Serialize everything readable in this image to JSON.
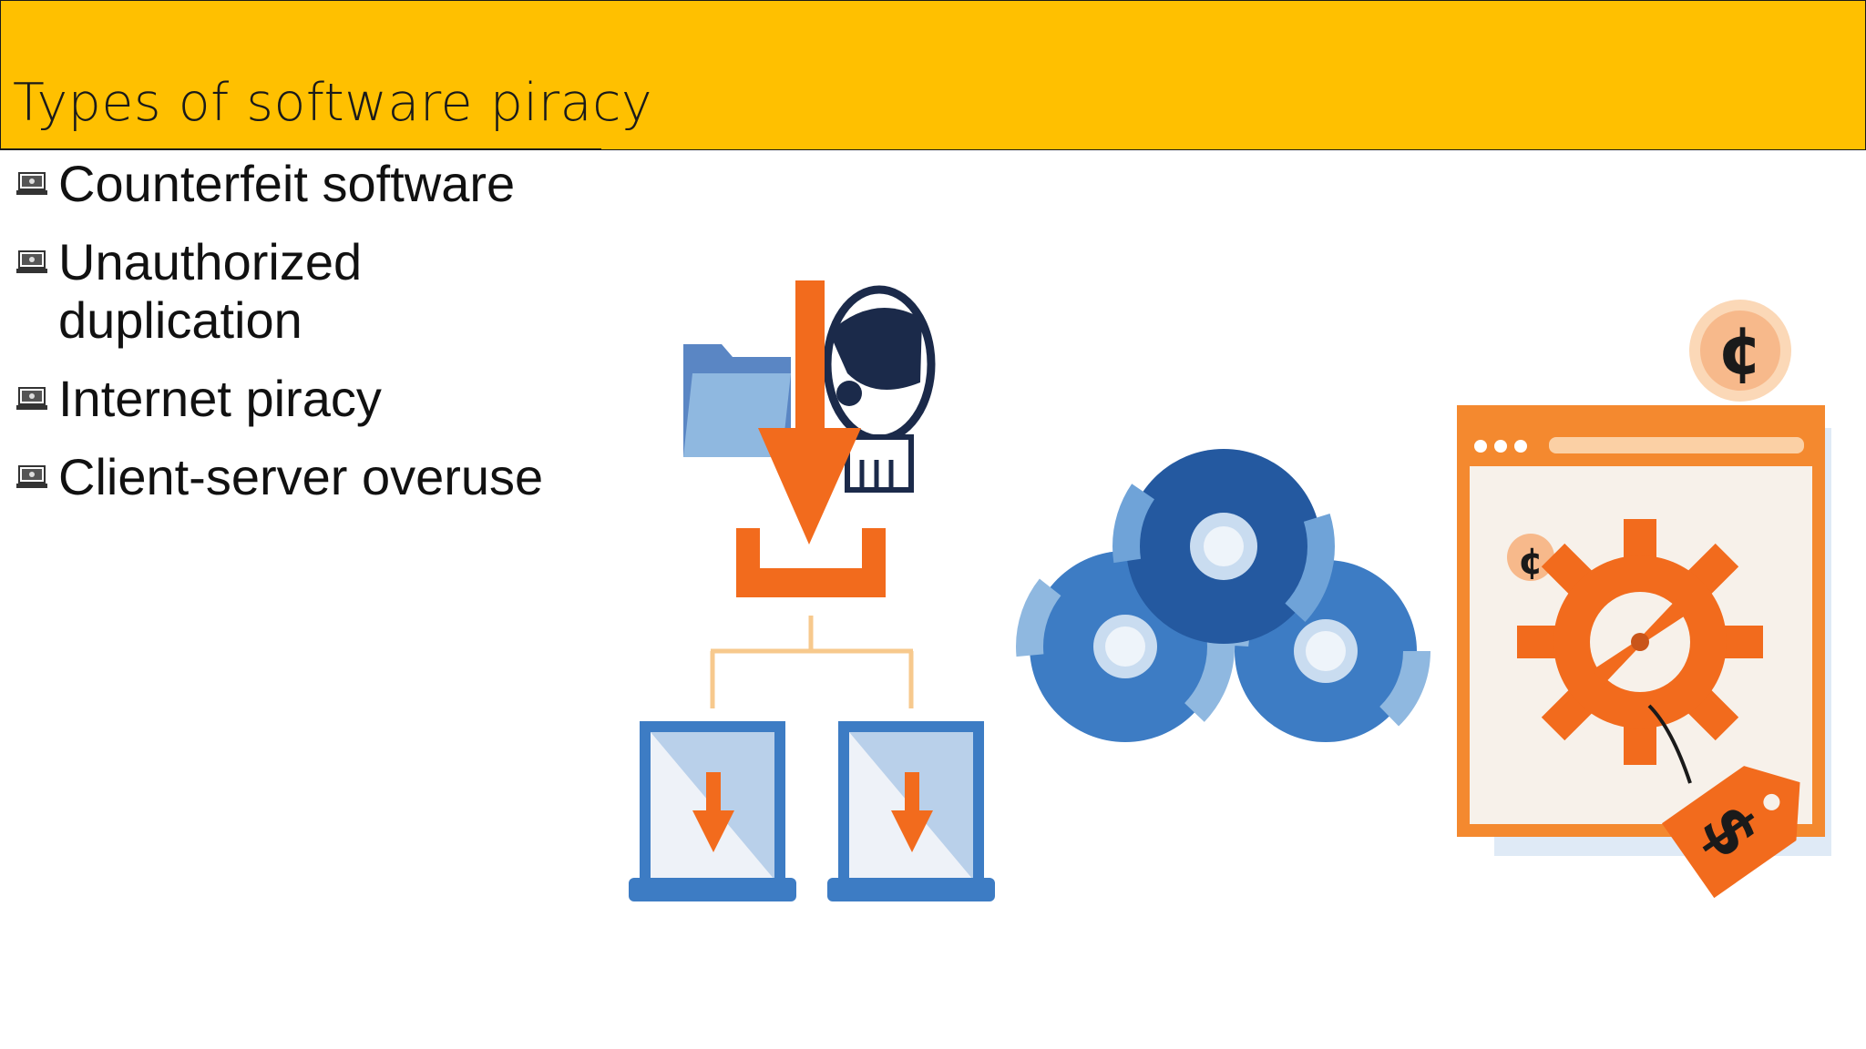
{
  "slide": {
    "title": "Types of software piracy",
    "bullets": [
      {
        "label": "Counterfeit software"
      },
      {
        "label": "Unauthorized duplication"
      },
      {
        "label": "Internet piracy"
      },
      {
        "label": "Client-server overuse"
      }
    ],
    "bullet_icon": "laptop-icon",
    "illustration": {
      "currency_symbols": [
        "¢",
        "¢",
        "$"
      ],
      "icons": [
        "folder-icon",
        "download-arrow-icon",
        "pirate-skull-icon",
        "laptop-download-icon",
        "disc-stack-icon",
        "browser-window-icon",
        "gear-icon",
        "price-tag-icon",
        "coin-icon"
      ]
    },
    "colors": {
      "title_bar": "#ffc000",
      "orange": "#f26b1d",
      "blue": "#2f72b8",
      "light_blue": "#8fb8e0"
    }
  }
}
